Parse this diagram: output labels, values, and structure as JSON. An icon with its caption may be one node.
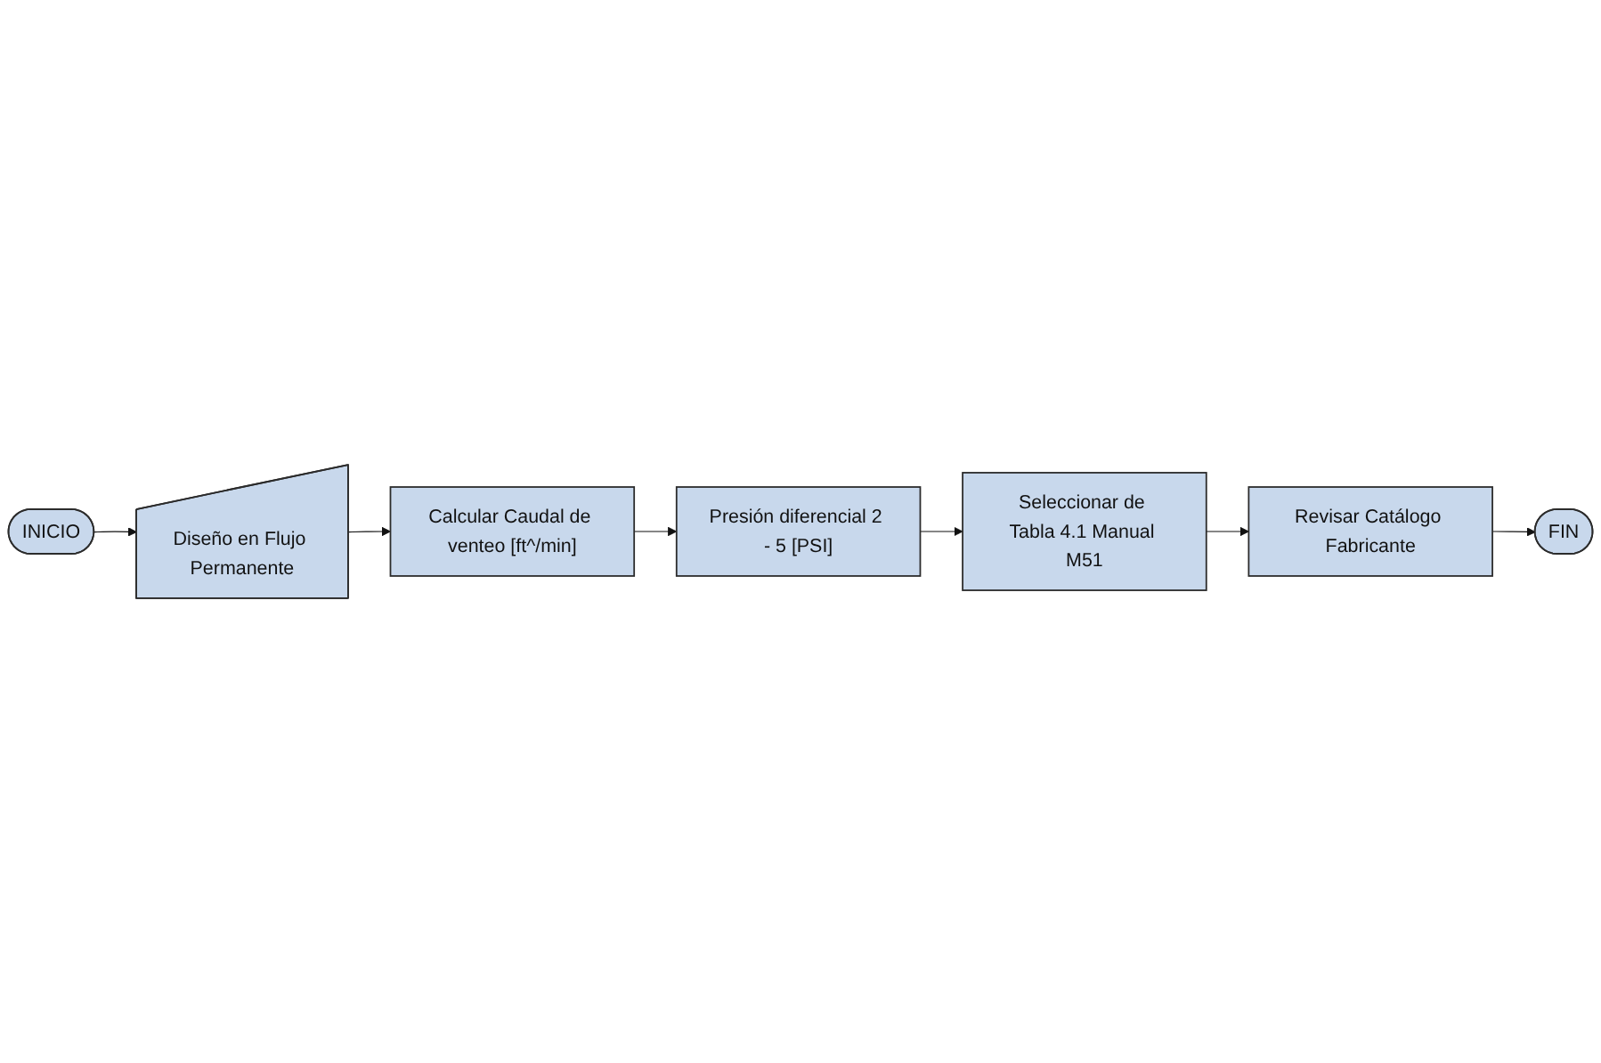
{
  "diagram": {
    "nodes": [
      {
        "text": [
          "INICIO"
        ]
      },
      {
        "text": [
          "Diseño en Flujo Permanente"
        ]
      },
      {
        "text": [
          "Calcular Caudal de venteo [ft^/min]"
        ]
      },
      {
        "text": [
          "Presión diferencial 2 - 5 [PSI]"
        ]
      },
      {
        "text": [
          "Seleccionar de Tabla 4.1 Manual M51"
        ]
      },
      {
        "text": [
          "Revisar Catálogo Fabricante"
        ]
      },
      {
        "text": [
          "FIN"
        ]
      }
    ],
    "edges": [
      {
        "from": 0,
        "to": 1,
        "arrow": "to"
      },
      {
        "from": 1,
        "to": 2,
        "arrow": "to"
      },
      {
        "from": 2,
        "to": 3,
        "arrow": "to"
      },
      {
        "from": 3,
        "to": 4,
        "arrow": "to"
      },
      {
        "from": 4,
        "to": 5,
        "arrow": "to"
      },
      {
        "from": 5,
        "to": 6,
        "arrow": "to"
      }
    ]
  }
}
